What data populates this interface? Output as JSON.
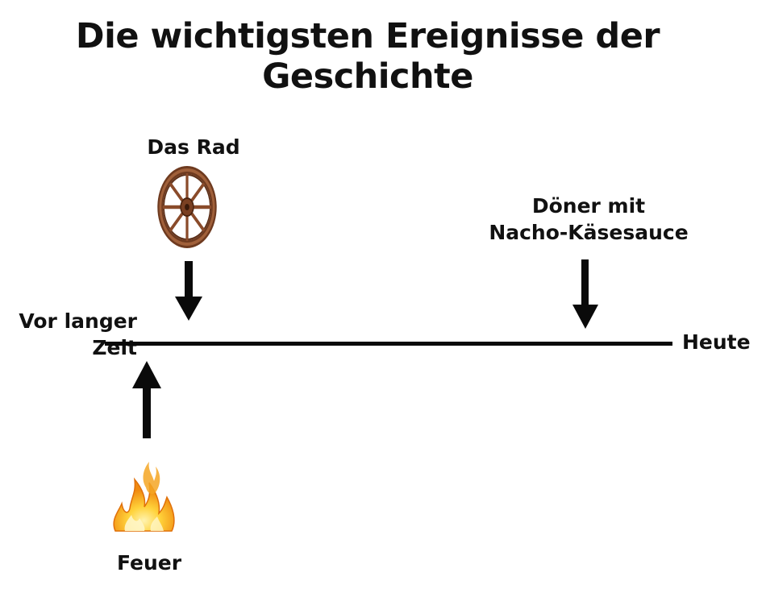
{
  "title": {
    "line1": "Die wichtigsten Ereignisse der",
    "line2": "Geschichte"
  },
  "timeline": {
    "start_label_line1": "Vor langer",
    "start_label_line2": "Zeit",
    "end_label": "Heute"
  },
  "events": {
    "rad": {
      "label": "Das Rad",
      "icon": "wheel-icon"
    },
    "doener": {
      "label_line1": "Döner mit",
      "label_line2": "Nacho-Käsesauce"
    },
    "feuer": {
      "label": "Feuer",
      "icon": "fire-icon"
    }
  },
  "colors": {
    "text": "#111111",
    "line": "#0a0a0a",
    "wheel_wood": "#8a4b2a",
    "fire_orange": "#f08a10",
    "fire_yellow": "#ffd23a"
  }
}
